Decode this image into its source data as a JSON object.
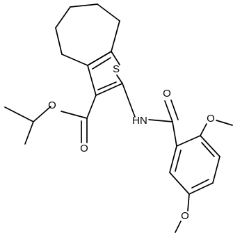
{
  "molecule": {
    "atom_labels": {
      "sulfur": "S",
      "ester_oxygen": "O",
      "carbonyl_oxygen_ester": "O",
      "amide_nh": "HN",
      "amide_carbonyl_oxygen": "O",
      "methoxy_oxygen_ortho": "O",
      "methoxy_oxygen_para": "O"
    }
  }
}
